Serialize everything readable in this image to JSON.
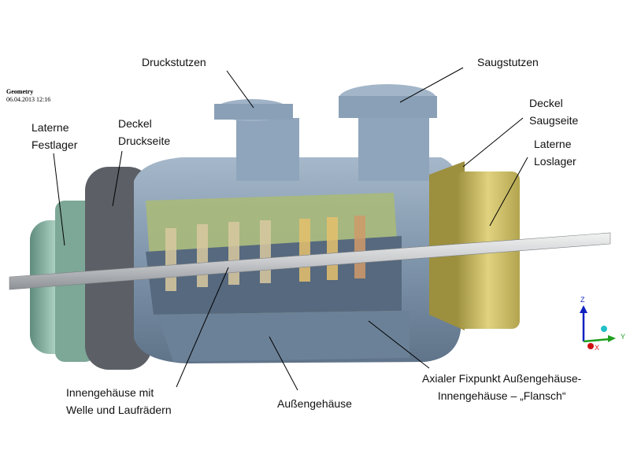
{
  "meta": {
    "title": "Geometry",
    "timestamp": "06.04.2013 12:16"
  },
  "labels": {
    "druckstutzen": "Druckstutzen",
    "saugstutzen": "Saugstutzen",
    "deckel_saugseite": [
      "Deckel",
      "Saugseite"
    ],
    "laterne_loslager": [
      "Laterne",
      "Loslager"
    ],
    "laterne_festlager": [
      "Laterne",
      "Festlager"
    ],
    "deckel_druckseite": [
      "Deckel",
      "Druckseite"
    ],
    "innengehaeuse": [
      "Innengehäuse mit",
      "Welle und Laufrädern"
    ],
    "aussengehaeuse": "Außengehäuse",
    "fixpunkt": [
      "Axialer Fixpunkt Außengehäuse-",
      "Innengehäuse – „Flansch“"
    ]
  },
  "axes": {
    "z": "Z",
    "y": "Y",
    "x": "X"
  },
  "colors": {
    "casing": "#8ea4ba",
    "cover": "#5c6066",
    "lantern_left": "#8fb8a8",
    "cover_right": "#c8bb6a",
    "inner": "#a9b97a",
    "shaft": "#d8dadc"
  }
}
